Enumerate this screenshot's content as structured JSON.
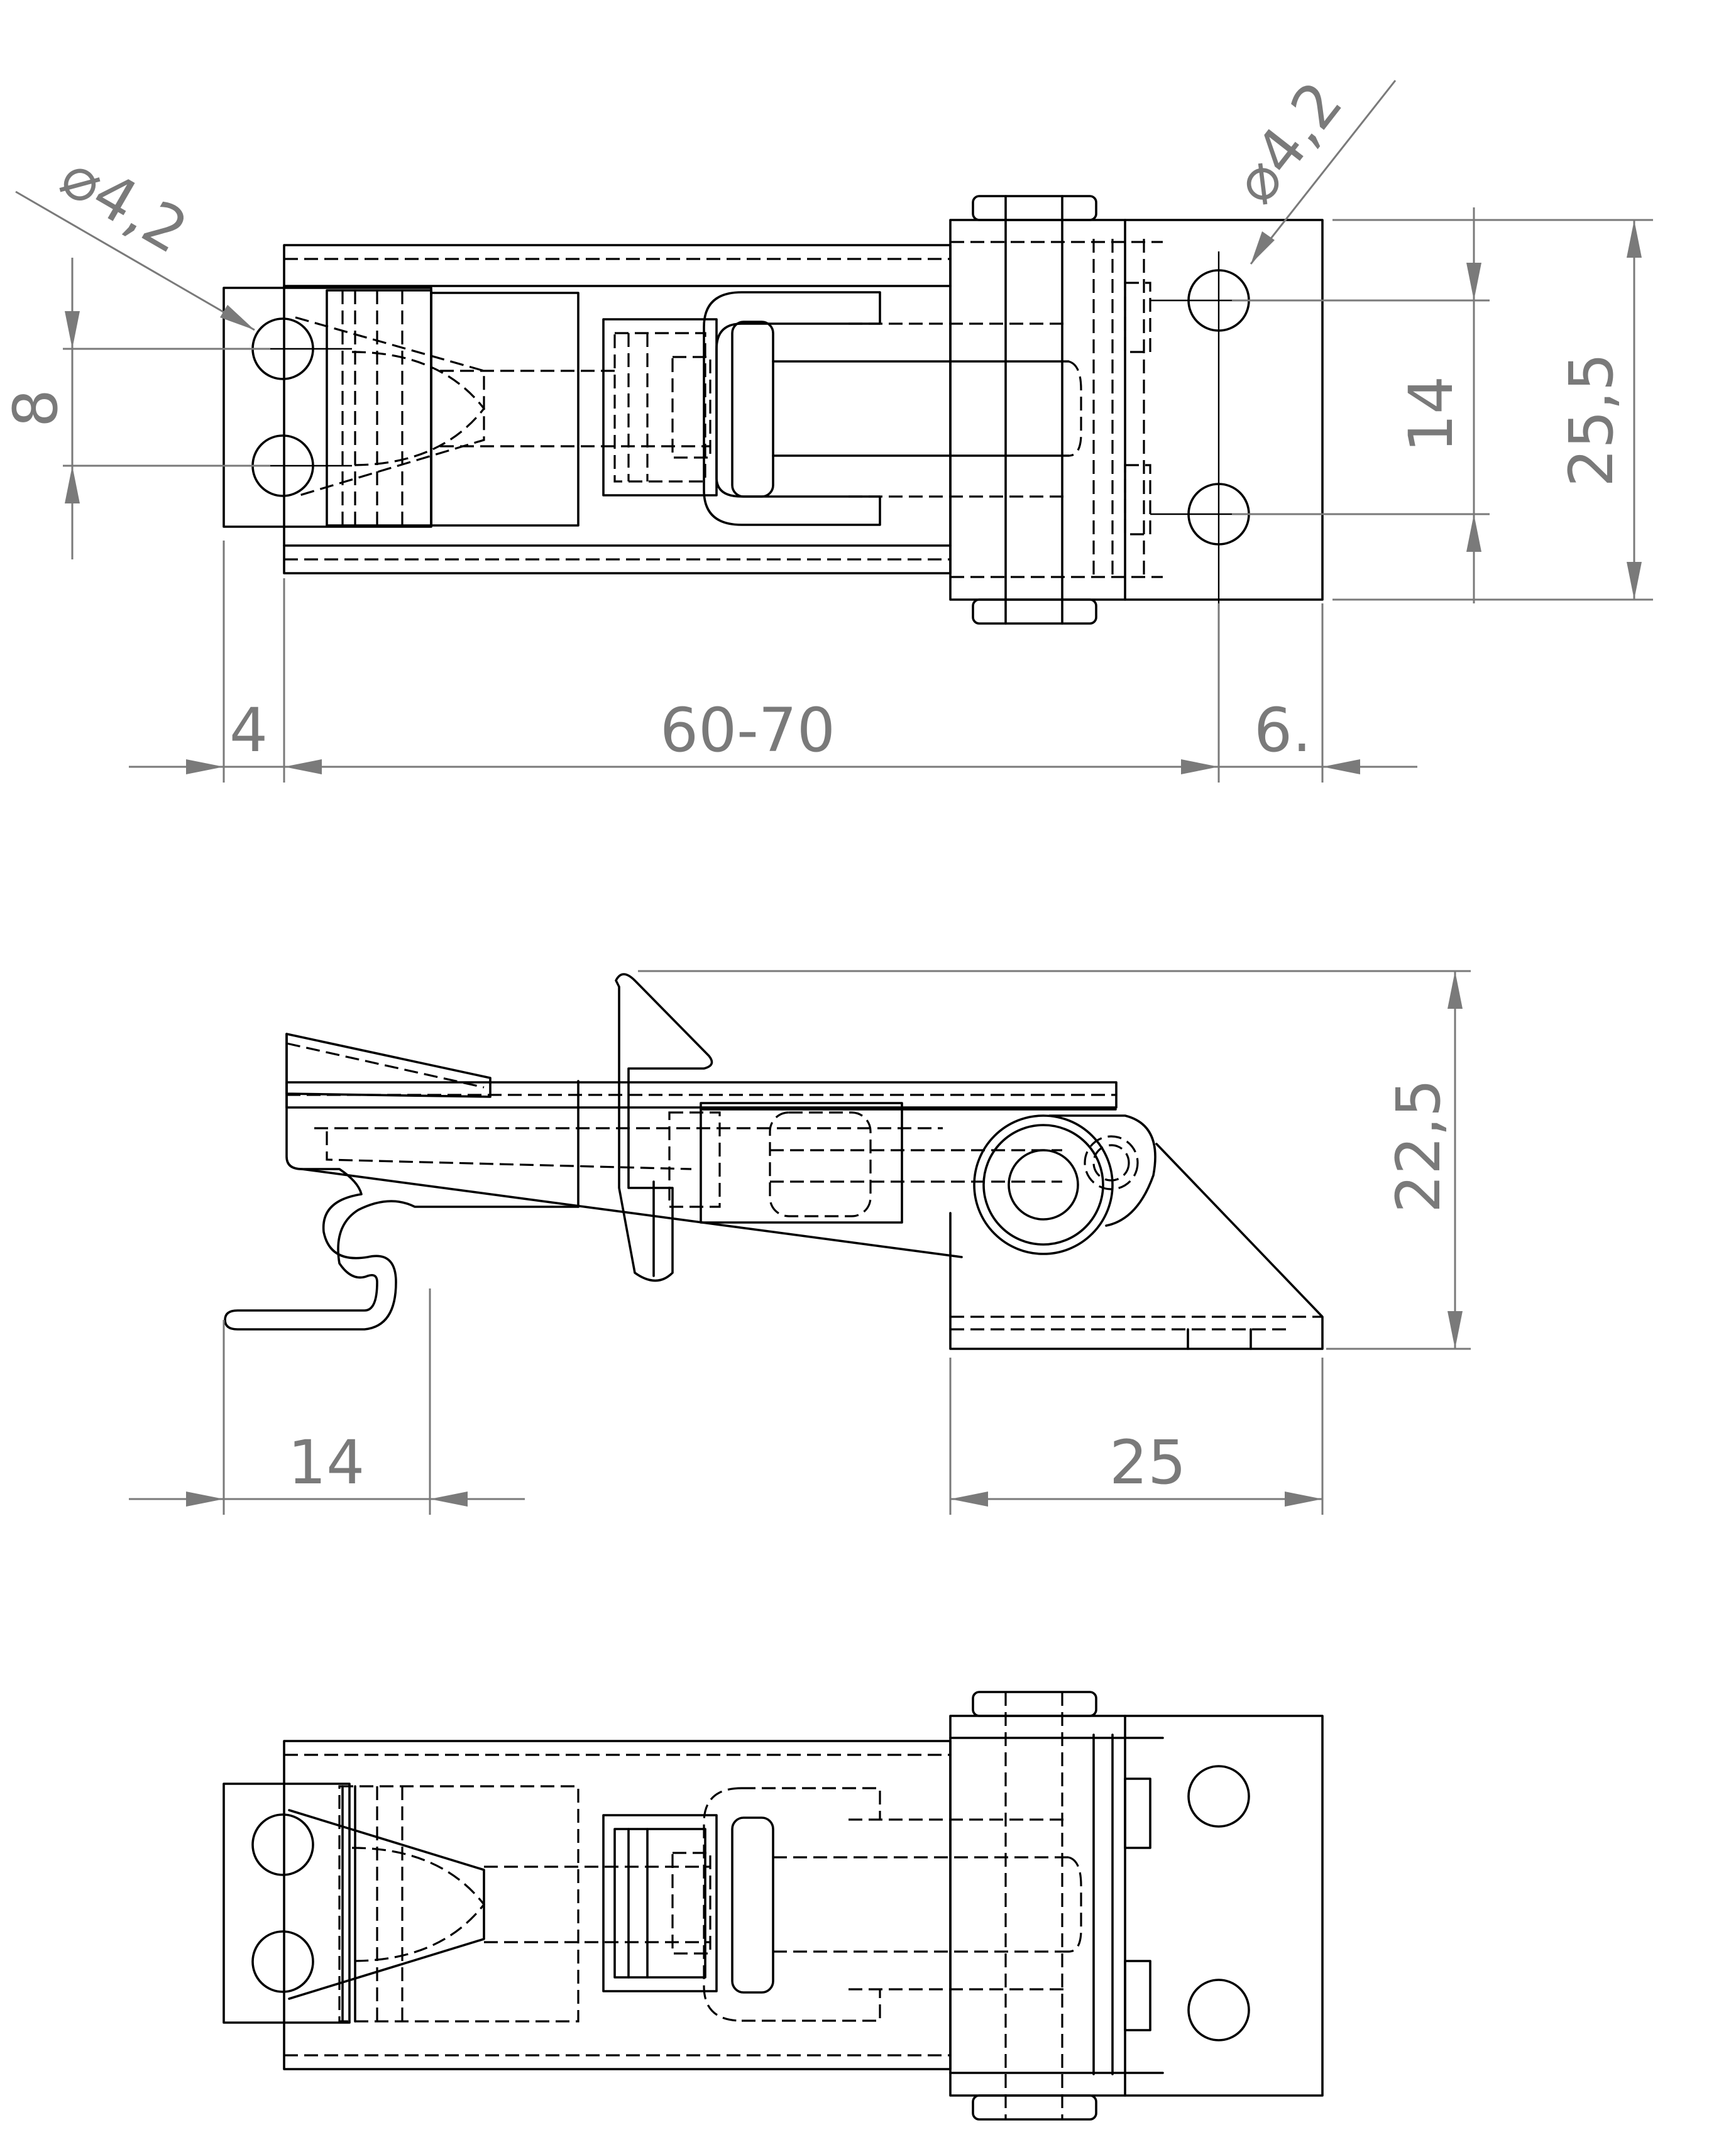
{
  "drawing": {
    "units": "mm",
    "views": [
      "top-view",
      "side-view",
      "bottom-view"
    ]
  },
  "dimensions": {
    "top": {
      "hole_left": "⌀4,2",
      "hole_right": "⌀4,2",
      "hole_spacing_left": "8",
      "hole_spacing_right": "14",
      "overall_width": "25,5",
      "left_offset": "4",
      "length_range": "60-70",
      "right_offset": "6."
    },
    "side": {
      "height": "22,5",
      "hook_length": "14",
      "base_length": "25"
    }
  }
}
